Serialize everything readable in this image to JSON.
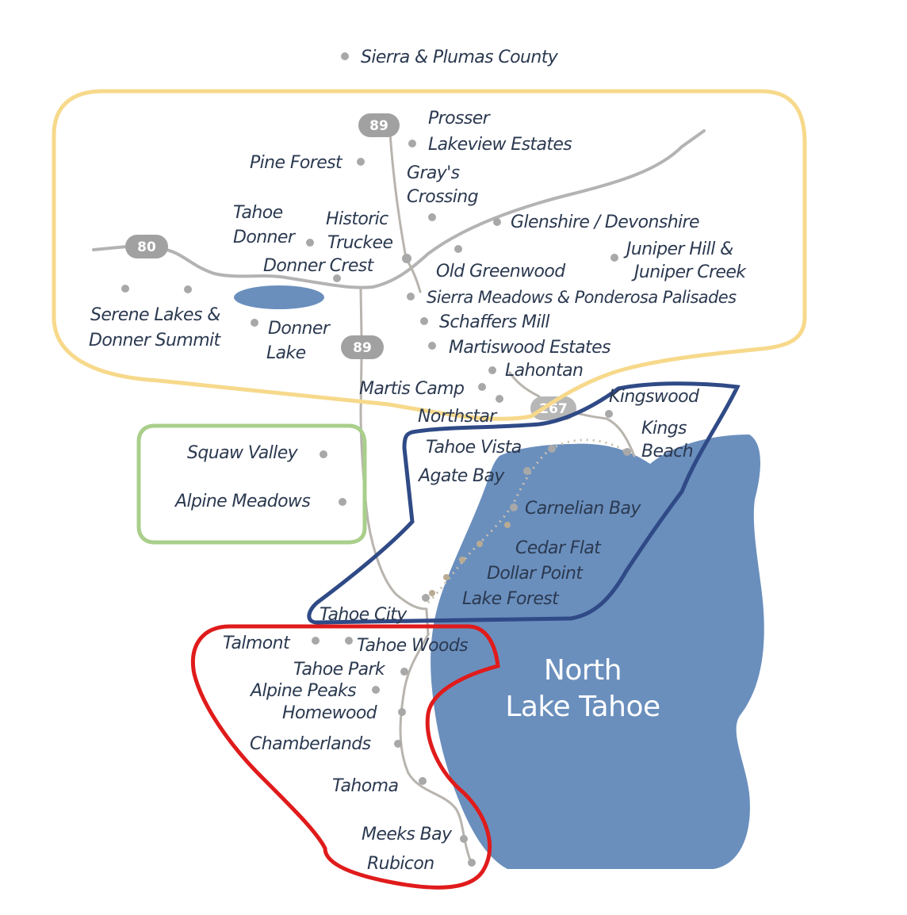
{
  "title": "Sierra & Plumas County",
  "lake": {
    "line1": "North",
    "line2": "Lake Tahoe"
  },
  "highways": {
    "h89_top": "89",
    "h80": "80",
    "h89_mid": "89",
    "h267": "267"
  },
  "labels": {
    "prosser": "Prosser",
    "lakeview": "Lakeview Estates",
    "pine_forest": "Pine Forest",
    "grays1": "Gray's",
    "grays2": "Crossing",
    "tahoe1": "Tahoe",
    "tahoe2": "Donner",
    "historic1": "Historic",
    "historic2": "Truckee",
    "glenshire": "Glenshire / Devonshire",
    "juniper1": "Juniper Hill &",
    "juniper2": "Juniper Creek",
    "donner_crest": "Donner Crest",
    "old_greenwood": "Old Greenwood",
    "sierra_meadows": "Sierra Meadows & Ponderosa Palisades",
    "serene1": "Serene Lakes &",
    "serene2": "Donner Summit",
    "donner_lake1": "Donner",
    "donner_lake2": "Lake",
    "schaffers": "Schaffers Mill",
    "martiswood": "Martiswood Estates",
    "lahontan": "Lahontan",
    "martis_camp": "Martis Camp",
    "northstar": "Northstar",
    "kingswood": "Kingswood",
    "kings1": "Kings",
    "kings2": "Beach",
    "squaw": "Squaw Valley",
    "alpine_meadows": "Alpine Meadows",
    "tahoe_vista": "Tahoe Vista",
    "agate_bay": "Agate Bay",
    "carnelian": "Carnelian Bay",
    "cedar_flat": "Cedar Flat",
    "dollar_point": "Dollar Point",
    "lake_forest": "Lake Forest",
    "tahoe_city": "Tahoe City",
    "talmont": "Talmont",
    "tahoe_woods": "Tahoe Woods",
    "tahoe_park": "Tahoe Park",
    "alpine_peaks": "Alpine Peaks",
    "homewood": "Homewood",
    "chamberlands": "Chamberlands",
    "tahoma": "Tahoma",
    "meeks_bay": "Meeks Bay",
    "rubicon": "Rubicon"
  },
  "colors": {
    "lake": "#6a8fbd",
    "truckee_region": "#f7d98b",
    "west_shore_valleys": "#a9cf8b",
    "north_shore": "#2f4a86",
    "west_shore": "#e01b1b"
  }
}
